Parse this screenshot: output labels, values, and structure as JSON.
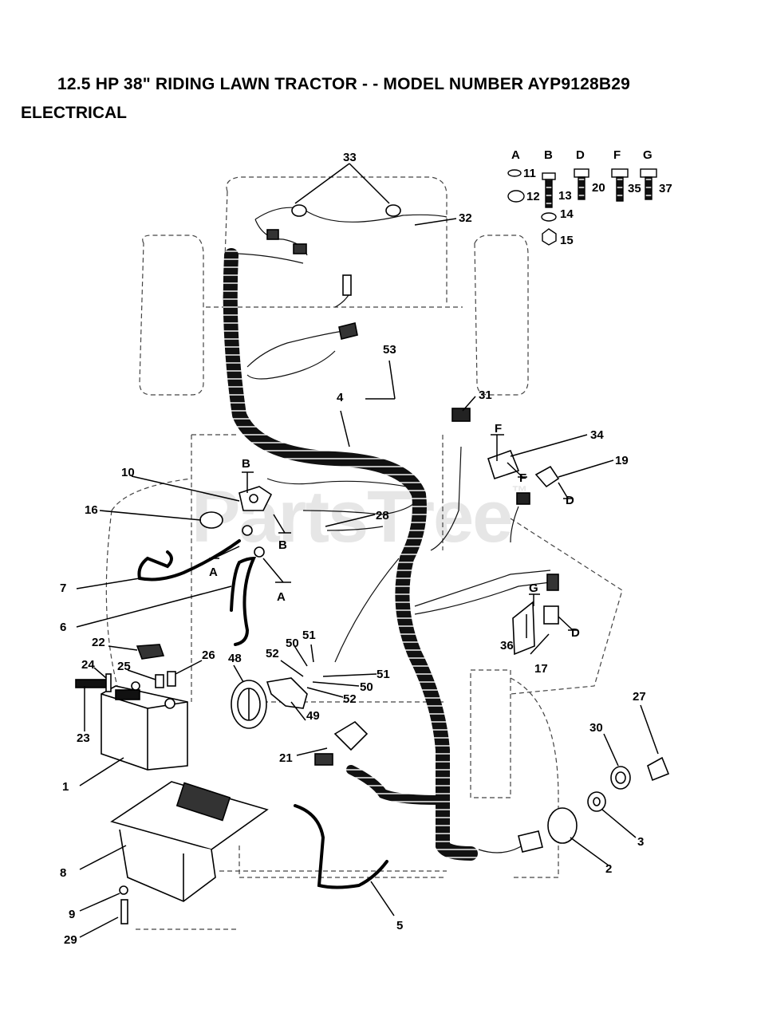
{
  "header": {
    "title": "12.5 HP 38\" RIDING LAWN TRACTOR - - MODEL NUMBER AYP9128B29",
    "section": "ELECTRICAL"
  },
  "watermark": {
    "text": "PartsTree",
    "mark": "™"
  },
  "hardware_keys": [
    {
      "letter": "A",
      "parts": [
        "11",
        "12"
      ]
    },
    {
      "letter": "B",
      "parts": [
        "13",
        "14",
        "15"
      ]
    },
    {
      "letter": "D",
      "parts": [
        "20"
      ]
    },
    {
      "letter": "F",
      "parts": [
        "35"
      ]
    },
    {
      "letter": "G",
      "parts": [
        "37"
      ]
    }
  ],
  "part_labels": [
    "1",
    "2",
    "3",
    "4",
    "5",
    "6",
    "7",
    "8",
    "9",
    "10",
    "11",
    "12",
    "13",
    "14",
    "15",
    "16",
    "17",
    "19",
    "20",
    "21",
    "22",
    "23",
    "24",
    "25",
    "26",
    "27",
    "28",
    "29",
    "30",
    "31",
    "32",
    "33",
    "34",
    "35",
    "36",
    "37",
    "48",
    "49",
    "50",
    "51",
    "52",
    "53"
  ],
  "connection_letters": [
    "A",
    "B",
    "D",
    "F",
    "G"
  ]
}
